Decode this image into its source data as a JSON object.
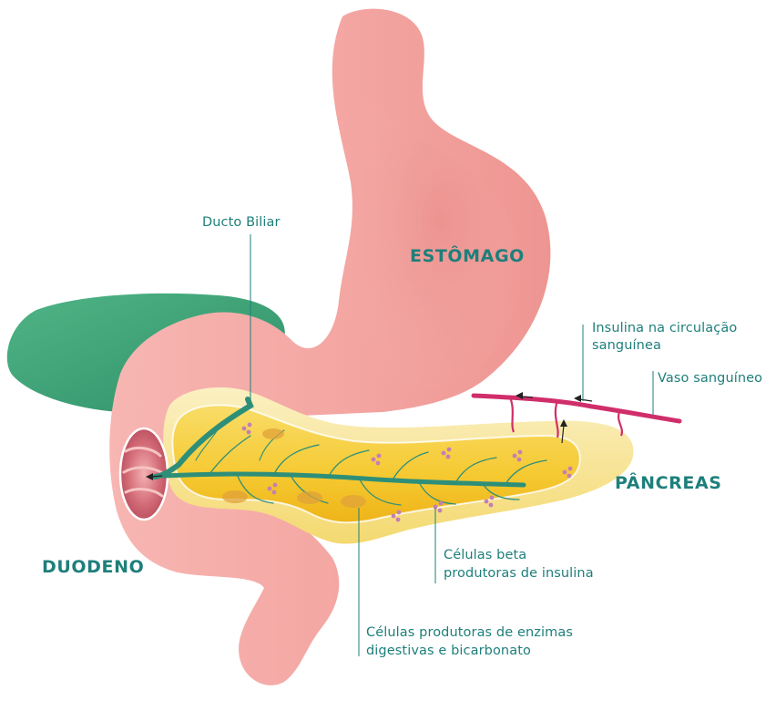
{
  "organs": {
    "stomach": "ESTÔMAGO",
    "pancreas": "PÂNCREAS",
    "duodenum": "DUODENO"
  },
  "annotations": {
    "bile_duct": "Ducto Biliar",
    "insulin_circulation_line1": "Insulina na circulação",
    "insulin_circulation_line2": "sanguínea",
    "blood_vessel": "Vaso sanguíneo",
    "beta_cells_line1": "Células beta",
    "beta_cells_line2": "produtoras de insulina",
    "enzyme_cells_line1": "Células produtoras de enzimas",
    "enzyme_cells_line2": "digestivas e bicarbonato"
  },
  "colors": {
    "label_teal": "#1e7f7b",
    "stomach_pink": "#f3a9a6",
    "gallbladder_green": "#3fa47a",
    "pancreas_yellow": "#f6cf3a",
    "duct_teal": "#2e8f79",
    "vessel_magenta": "#d02e6b"
  }
}
